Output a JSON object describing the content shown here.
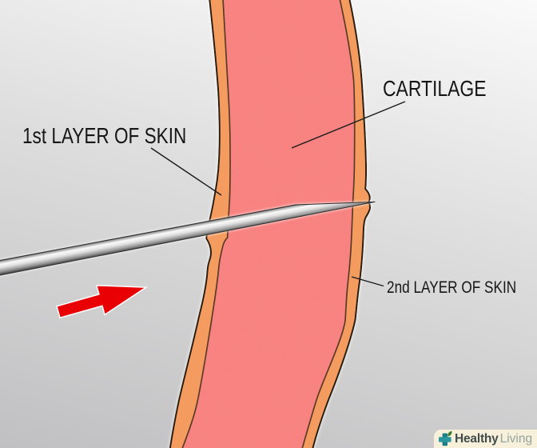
{
  "diagram": {
    "description": "Cross-section diagram of a needle piercing through skin and cartilage",
    "labels": {
      "first_layer": "1st LAYER OF SKIN",
      "cartilage": "CARTILAGE",
      "second_layer": "2nd LAYER OF SKIN"
    },
    "parts": [
      "skin-outer-layer-left",
      "cartilage-band",
      "skin-outer-layer-right",
      "needle",
      "direction-arrow"
    ]
  },
  "logo": {
    "brand_primary": "Healthy",
    "brand_secondary": "Living",
    "icon": "medical-cross-leaf-icon"
  },
  "colors": {
    "cartilage-pink": "#f87a78",
    "skin-orange": "#f49c61",
    "outline-dark": "#2c1d10",
    "inner-line": "#53301c",
    "arrow-red": "#e80004",
    "logo-teal": "#2a969d",
    "logo-teal-dark": "#1d7e87",
    "leaf-green": "#3c7d2c",
    "badge-cream": "#f7f0da",
    "label-text": "#161616",
    "logo-text-bold": "#414c4c",
    "logo-text-light": "#93a39e",
    "bg-light": "#fafafa",
    "bg-dark": "#c0c0c2"
  }
}
